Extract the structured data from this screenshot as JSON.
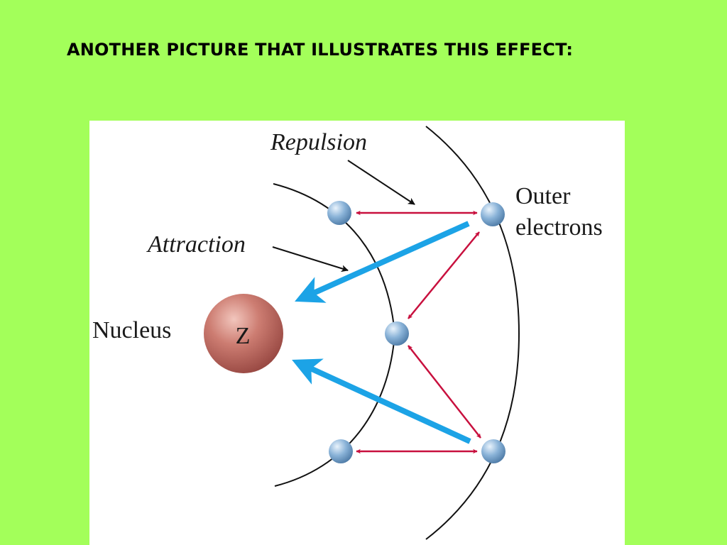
{
  "slide": {
    "title": "ANOTHER PICTURE THAT ILLUSTRATES THIS EFFECT:"
  },
  "diagram": {
    "labels": {
      "repulsion": "Repulsion",
      "attraction": "Attraction",
      "nucleus": "Nucleus",
      "nucleus_symbol": "Z",
      "outer_line1": "Outer",
      "outer_line2": "electrons"
    },
    "colors": {
      "background": "#a3ff5a",
      "attraction_arrow": "#1ca3e6",
      "repulsion_arrow": "#c8103e",
      "nucleus": "#c47068",
      "electron": "#86aed4"
    }
  }
}
